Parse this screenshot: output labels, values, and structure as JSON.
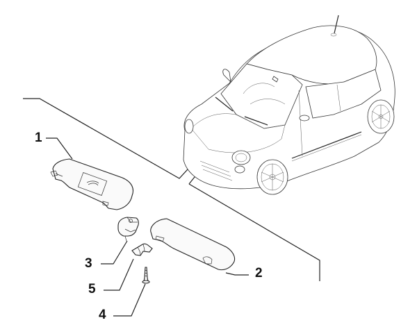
{
  "diagram": {
    "type": "exploded-parts-diagram",
    "subject": "Sun visors assembly",
    "callouts": [
      {
        "id": "1",
        "label": "1",
        "part": "left-sun-visor"
      },
      {
        "id": "2",
        "label": "2",
        "part": "right-sun-visor"
      },
      {
        "id": "3",
        "label": "3",
        "part": "visor-support-bracket"
      },
      {
        "id": "4",
        "label": "4",
        "part": "screw"
      },
      {
        "id": "5",
        "label": "5",
        "part": "retaining-clip"
      }
    ],
    "colors": {
      "line": "#222222",
      "background": "#ffffff"
    }
  }
}
